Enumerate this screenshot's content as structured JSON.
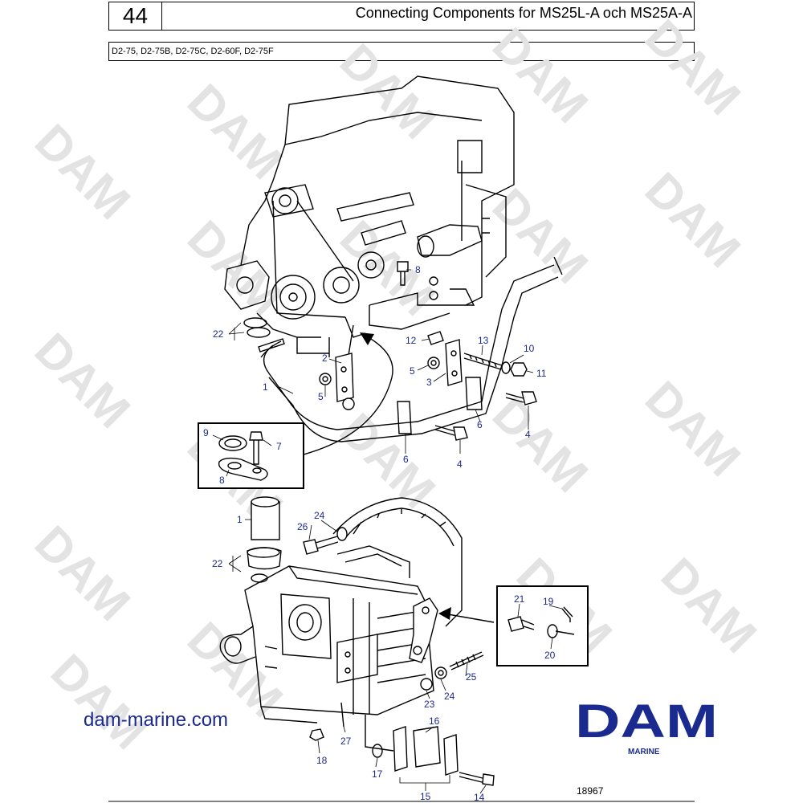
{
  "header": {
    "page_number": "44",
    "title": "Connecting Components for MS25L-A och MS25A-A",
    "models": "D2-75, D2-75B, D2-75C, D2-60F, D2-75F"
  },
  "watermark": {
    "text": "DAM"
  },
  "footer": {
    "website": "dam-marine.com",
    "logo_text": "DAM",
    "logo_sub": "MARINE",
    "drawing_number": "18967",
    "logo_color": "#1a2a8f"
  },
  "callouts": {
    "c1a": "1",
    "c2": "2",
    "c3": "3",
    "c4a": "4",
    "c4b": "4",
    "c5a": "5",
    "c5b": "5",
    "c6a": "6",
    "c6b": "6",
    "c7": "7",
    "c8a": "8",
    "c8b": "8",
    "c9": "9",
    "c10": "10",
    "c11": "11",
    "c12": "12",
    "c13": "13",
    "c22a": "22",
    "c1b": "1",
    "c22b": "22",
    "c24a": "24",
    "c26": "26",
    "c21": "21",
    "c19": "19",
    "c20": "20",
    "c25": "25",
    "c24b": "24",
    "c23": "23",
    "c27": "27",
    "c18": "18",
    "c16": "16",
    "c17": "17",
    "c15": "15",
    "c14": "14"
  }
}
